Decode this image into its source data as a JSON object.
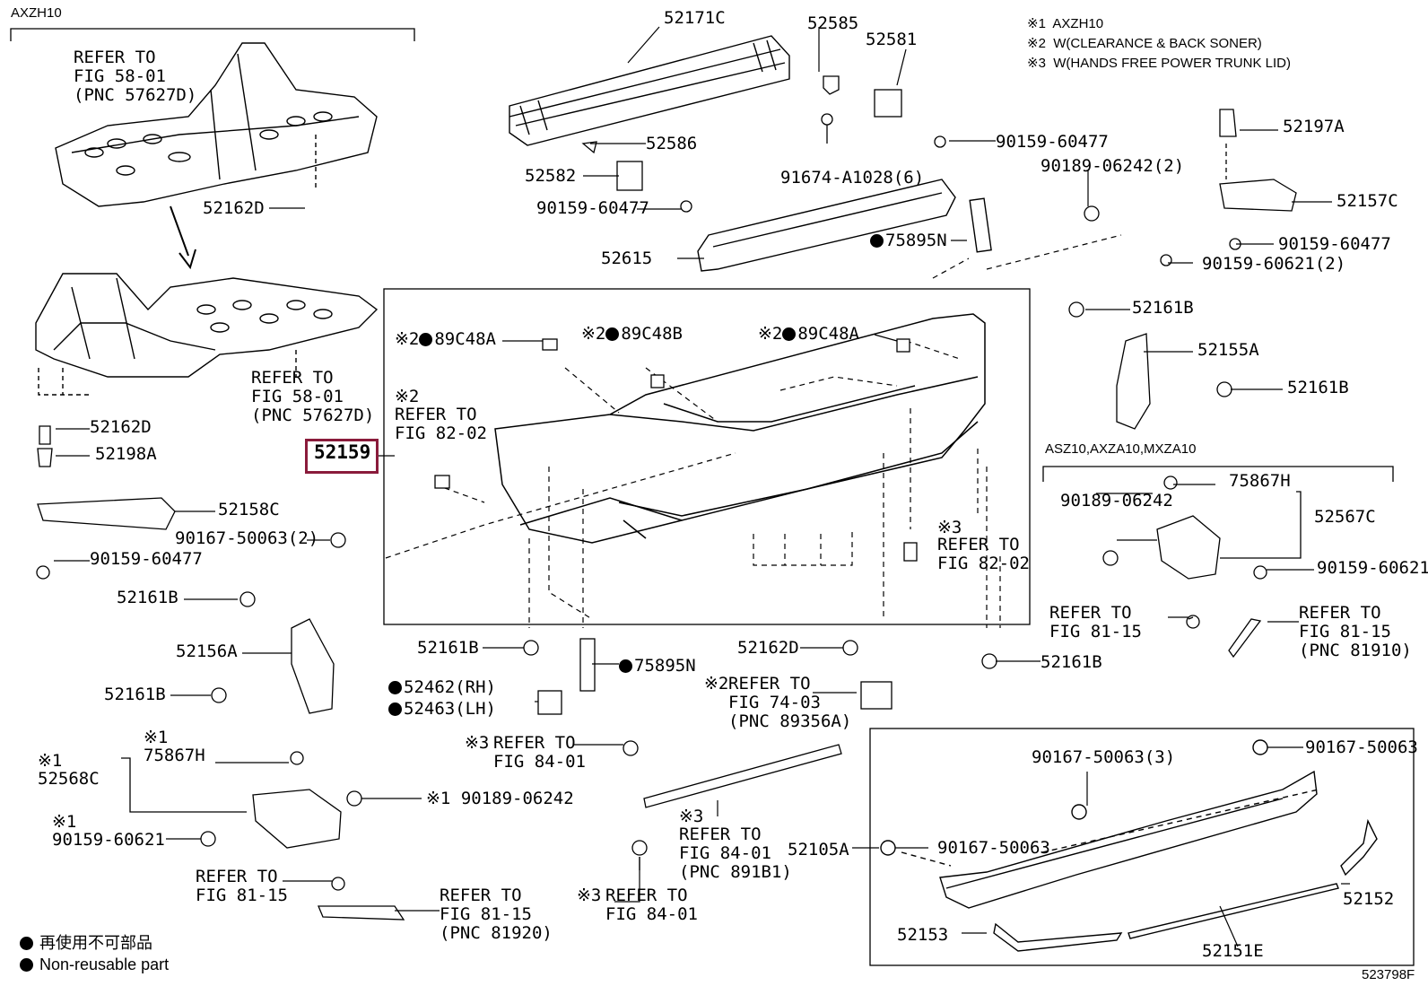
{
  "section_labels": {
    "axzh10": "AXZH10",
    "asz10": "ASZ10,AXZA10,MXZA10"
  },
  "notes": [
    "※1  AXZH10",
    "※2  W(CLEARANCE & BACK SONER)",
    "※3  W(HANDS FREE POWER TRUNK LID)"
  ],
  "highlighted_part": "52159",
  "parts": {
    "p52171C": "52171C",
    "p52585": "52585",
    "p52581": "52581",
    "p52586": "52586",
    "p52582": "52582",
    "p90159_60477_a": "90159-60477",
    "p91674": "91674-A1028(6)",
    "p90159_60477_b": "90159-60477",
    "p52197A": "52197A",
    "p90189_06242_2": "90189-06242(2)",
    "p52157C": "52157C",
    "p90159_60477_c": "90159-60477",
    "p90159_60621_2": "90159-60621(2)",
    "p52615": "52615",
    "p75895N_top": "75895N",
    "p52162D_top": "52162D",
    "p52162D_left": "52162D",
    "p52198A": "52198A",
    "p52158C": "52158C",
    "p90167_50063_2": "90167-50063(2)",
    "p90159_60477_d": "90159-60477",
    "p52161B_a": "52161B",
    "p52156A": "52156A",
    "p52161B_b": "52161B",
    "p52161B_c": "52161B",
    "p52155A": "52155A",
    "p52161B_d": "52161B",
    "p89C48A_1": "89C48A",
    "p89C48B": "89C48B",
    "p89C48A_2": "89C48A",
    "p52161B_e": "52161B",
    "p75895N_bot": "75895N",
    "p52462": "52462(RH)",
    "p52463": "52463(LH)",
    "p52162D_bot": "52162D",
    "p52161B_f": "52161B",
    "p75867H_right": "75867H",
    "p90189_06242_r": "90189-06242",
    "p52567C": "52567C",
    "p90159_60621_r": "90159-60621",
    "p75867H_left": "75867H",
    "p52568C": "52568C",
    "p90189_06242_l": "90189-06242",
    "p90159_60621_l": "90159-60621",
    "p90167_50063_3": "90167-50063(3)",
    "p90167_50063_tr": "90167-50063",
    "p90167_50063_l": "90167-50063",
    "p52105A": "52105A",
    "p52152": "52152",
    "p52153": "52153",
    "p52151E": "52151E"
  },
  "marks": {
    "m1": "※1",
    "m2": "※2",
    "m3": "※3"
  },
  "refs": {
    "r1": "REFER TO\nFIG 58-01\n(PNC 57627D)",
    "r2": "REFER TO\nFIG 58-01\n(PNC 57627D)",
    "r3": "REFER TO\nFIG 82-02",
    "r4": "REFER TO\nFIG 82-02",
    "r5": "REFER TO\nFIG 81-15",
    "r6": "REFER TO\nFIG 81-15\n(PNC 81910)",
    "r7": "REFER TO\nFIG 74-03\n(PNC 89356A)",
    "r8": "REFER TO\nFIG 84-01",
    "r9": "REFER TO\nFIG 84-01\n(PNC 891B1)",
    "r10": "REFER TO\nFIG 84-01",
    "r11": "REFER TO\nFIG 81-15",
    "r12": "REFER TO\nFIG 81-15\n(PNC 81920)"
  },
  "legend": {
    "jp": "再使用不可部品",
    "en": "Non-reusable part"
  },
  "diagram_id": "523798F"
}
